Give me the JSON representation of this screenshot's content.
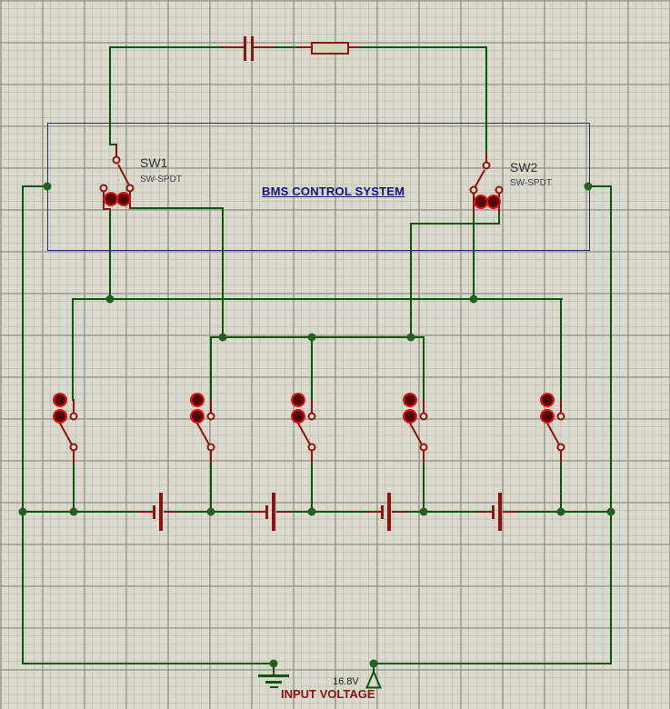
{
  "colors": {
    "canvas_bg": "#dadacd",
    "grid_minor": "#c6c6ba",
    "grid_major": "#a8a89c",
    "wire_green": "#0d550d",
    "junction_green": "#226022",
    "component_red": "#8f1212",
    "actuator_ring_red": "#e81111",
    "actuator_body_red": "#550505",
    "box_border_navy": "#2b2b6e",
    "title_navy": "#16167a",
    "reference_text": "#2f2f33",
    "value_text": "#3c3c48",
    "input_label_red": "#8c1414",
    "resistor_fill": "#d3d3bc"
  },
  "bms_box": {
    "title": "BMS CONTROL SYSTEM"
  },
  "control_switches": [
    {
      "ref": "SW1",
      "value": "SW-SPDT"
    },
    {
      "ref": "SW2",
      "value": "SW-SPDT"
    }
  ],
  "power": {
    "voltage": "16.8V",
    "label": "INPUT VOLTAGE"
  },
  "icons": {
    "arrow_left": "←",
    "arrow_right": "→"
  }
}
